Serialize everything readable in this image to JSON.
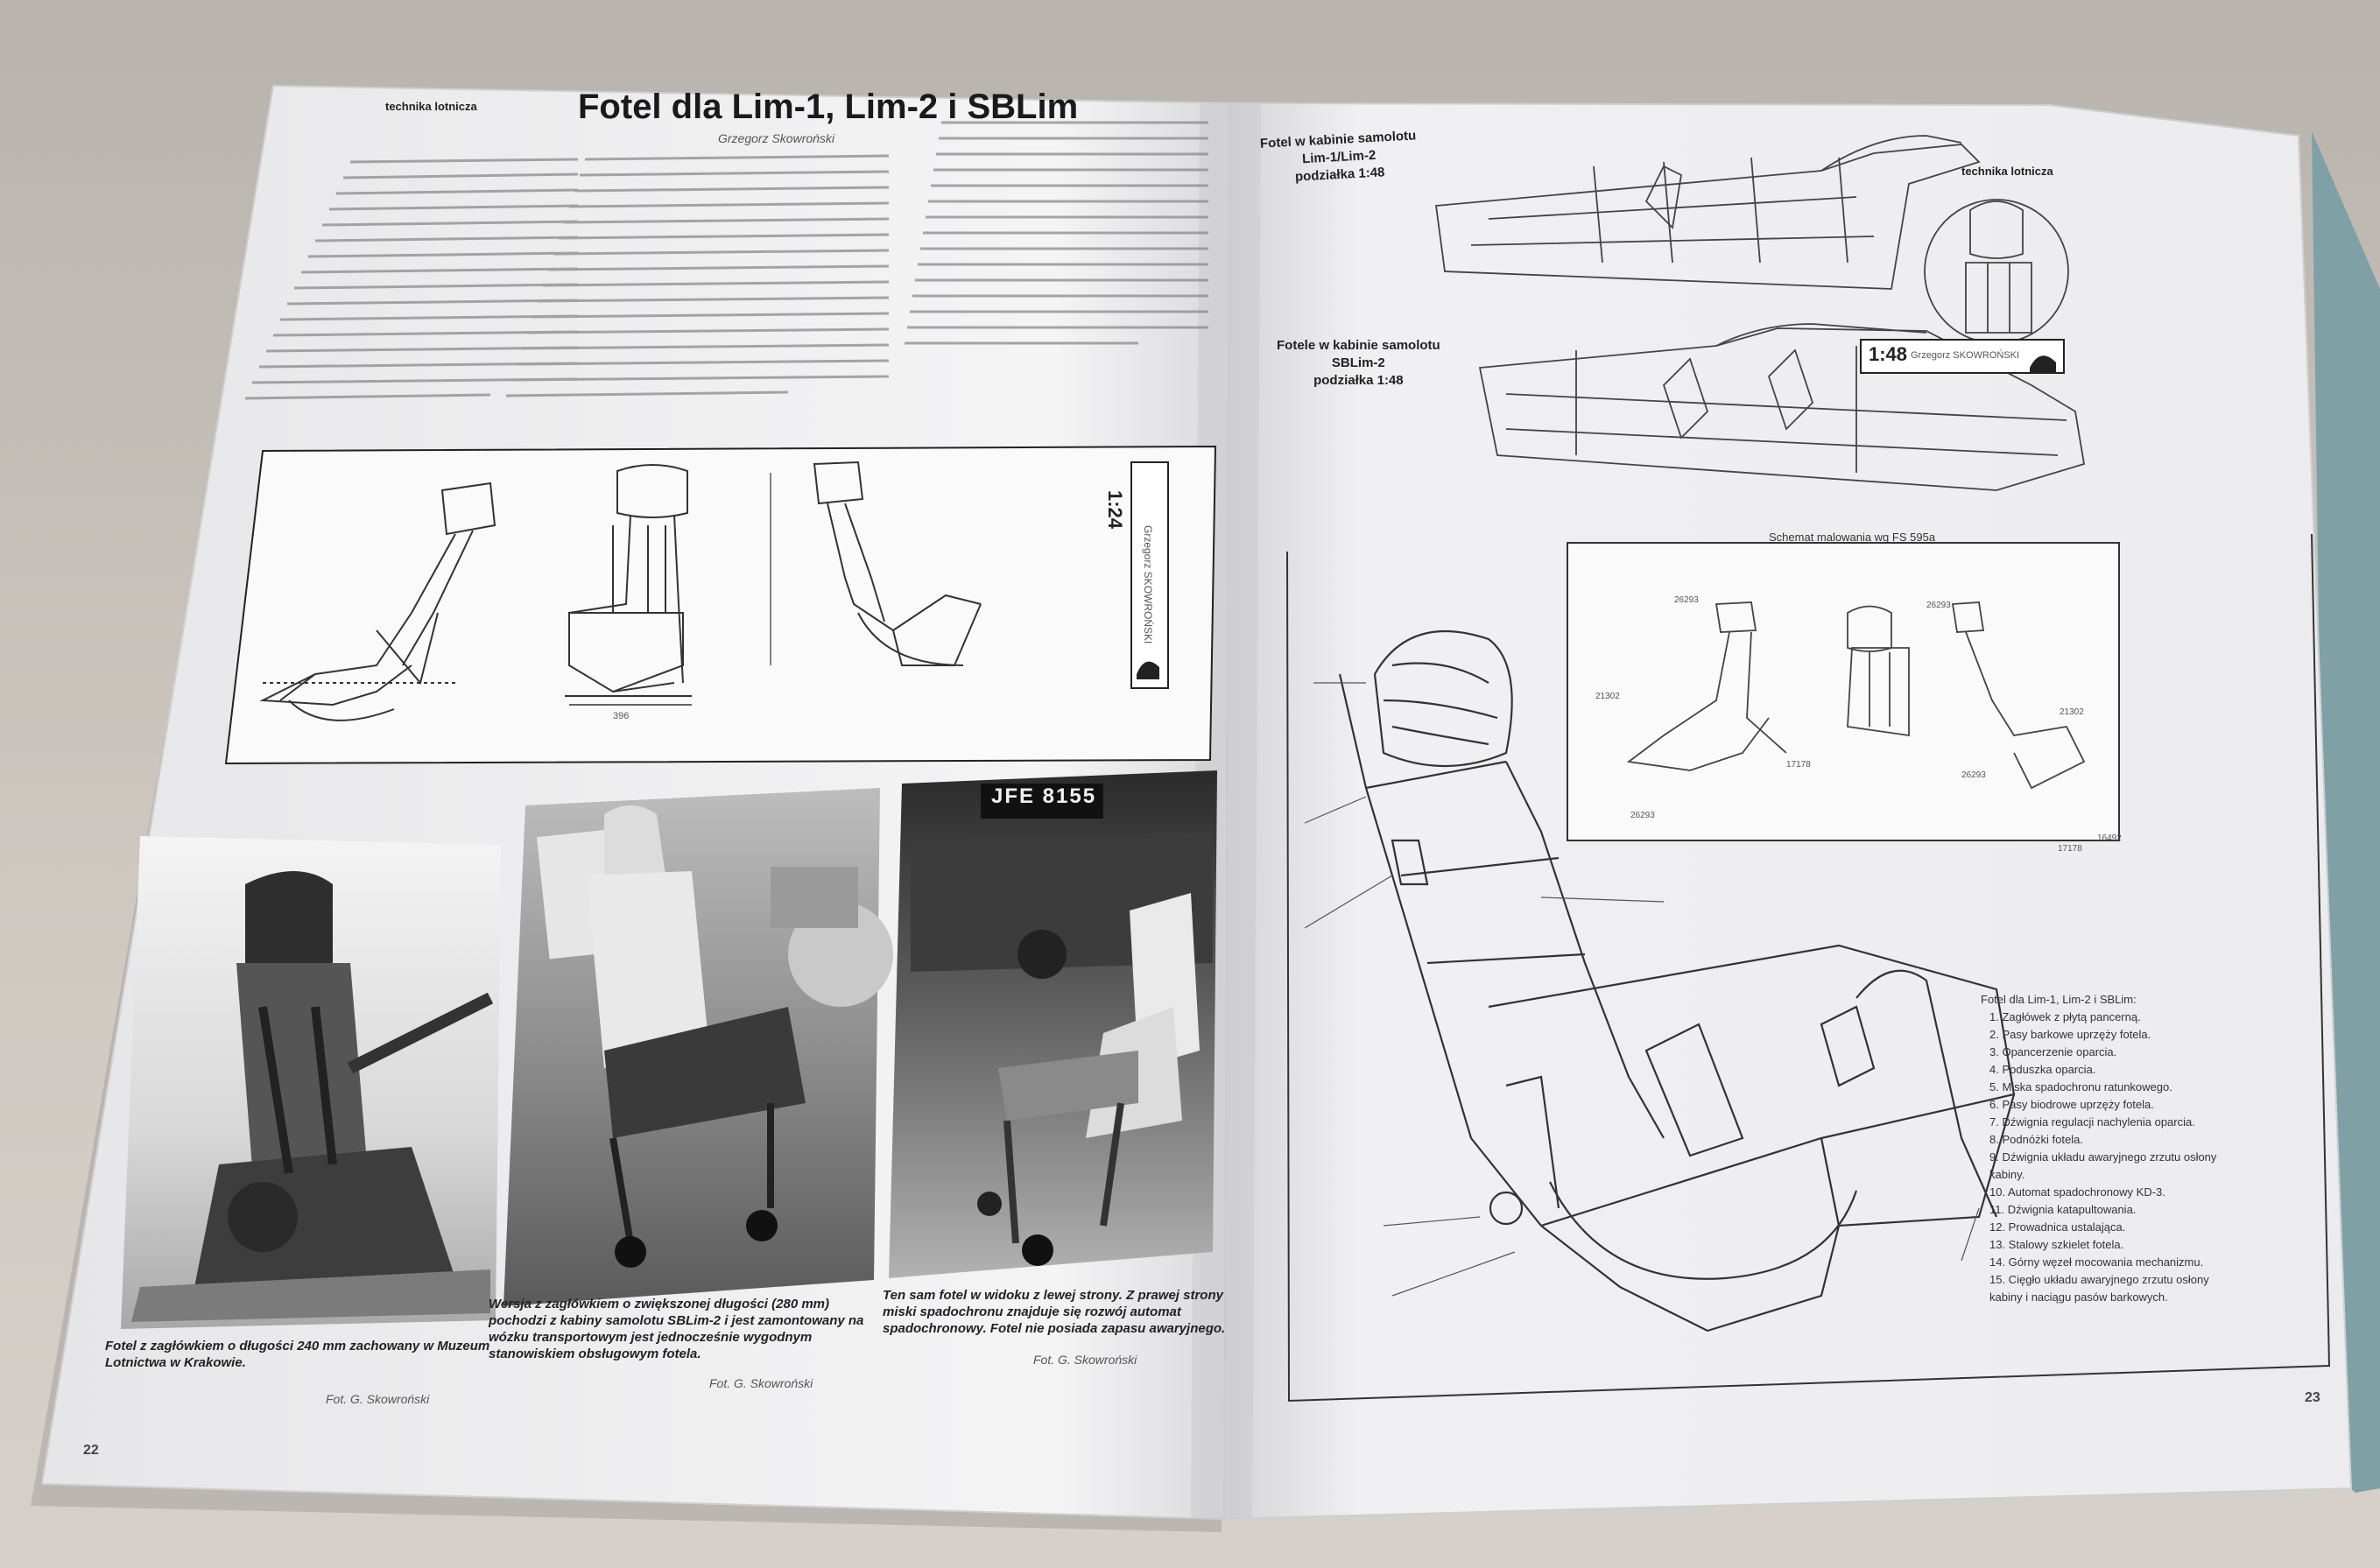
{
  "left_page": {
    "section": "technika lotnicza",
    "title": "Fotel dla Lim-1, Lim-2 i SBLim",
    "author": "Grzegorz Skowroński",
    "scale_label": "1:24",
    "scale_author": "Grzegorz SKOWROŃSKI",
    "page_number": "22",
    "photos": [
      {
        "caption": "Fotel z zagłówkiem o długości 240 mm zachowany w Muzeum Lotnictwa w Krakowie.",
        "credit": "Fot. G. Skowroński"
      },
      {
        "caption": "Wersja z zagłówkiem o zwiększonej długości (280 mm) pochodzi z kabiny samolotu SBLim-2 i jest zamontowany na wózku transportowym jest jednocześnie wygodnym stanowiskiem obsługowym fotela.",
        "credit": "Fot. G. Skowroński"
      },
      {
        "caption": "Ten sam fotel w widoku z lewej strony. Z prawej strony miski spadochronu znajduje się rozwój automat spadochronowy. Fotel nie posiada zapasu awaryjnego.",
        "credit": "Fot. G. Skowroński"
      }
    ],
    "photo_plate_text": "JFE 8155",
    "dimension_label": "396"
  },
  "right_page": {
    "section": "technika lotnicza",
    "page_number": "23",
    "label_lim": "Fotel w kabinie samolotu\nLim-1/Lim-2\npodziałka 1:48",
    "label_sblim": "Fotele w kabinie samolotu\nSBLim-2\npodziałka 1:48",
    "scale_label": "1:48",
    "scale_author": "Grzegorz SKOWROŃSKI",
    "paint_scheme_title": "Schemat malowania wg FS 595a",
    "paint_codes": [
      "26293",
      "26293",
      "21302",
      "21302",
      "16492",
      "17178",
      "26293",
      "17178",
      "26293"
    ],
    "legend": {
      "title": "Fotel dla Lim-1, Lim-2 i SBLim:",
      "items": [
        "1. Zagłówek z płytą pancerną.",
        "2. Pasy barkowe uprzęży fotela.",
        "3. Opancerzenie oparcia.",
        "4. Poduszka oparcia.",
        "5. Miska spadochronu ratunkowego.",
        "6. Pasy biodrowe uprzęży fotela.",
        "7. Dźwignia regulacji nachylenia oparcia.",
        "8. Podnóżki fotela.",
        "9. Dźwignia układu awaryjnego zrzutu osłony kabiny.",
        "10. Automat spadochronowy KD-3.",
        "11. Dźwignia katapultowania.",
        "12. Prowadnica ustalająca.",
        "13. Stalowy szkielet fotela.",
        "14. Górny węzeł mocowania mechanizmu.",
        "15. Cięgło układu awaryjnego zrzutu osłony kabiny i naciągu pasów barkowych."
      ]
    }
  }
}
